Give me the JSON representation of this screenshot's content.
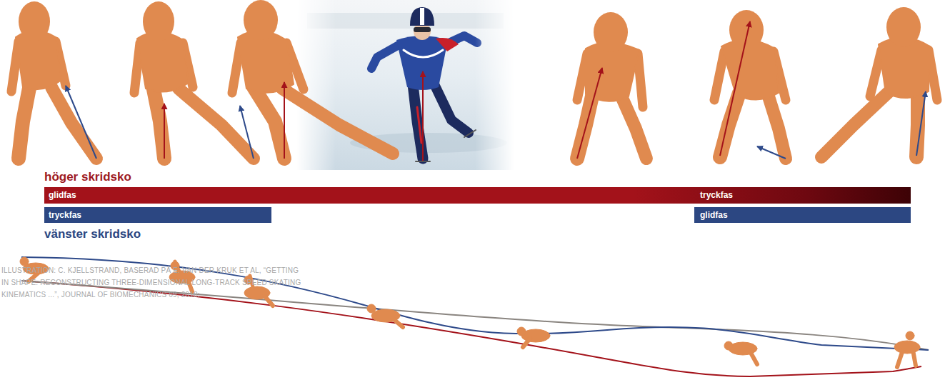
{
  "diagram": {
    "nodes": [
      {
        "text": [
          "höger skridsko",
          "glidfas",
          "tryckfas"
        ]
      },
      {
        "text": [
          "tryckfas"
        ]
      },
      {
        "text": [
          "glidfas"
        ]
      }
    ],
    "labels": [
      "vänster skridsko",
      "ILLUSTRATION: C. KJELLSTRAND, BASERAD PÅ E. VAN DER KRUK ET AL, “GETTING IN SHAPE: RECONSTRUCTING THREE-DIMENSIONAL LONG-TRACK SPEED SKATING KINEMATICS ...”, JOURNAL OF BIOMECHANICS 69, 2018;"
    ]
  }
}
